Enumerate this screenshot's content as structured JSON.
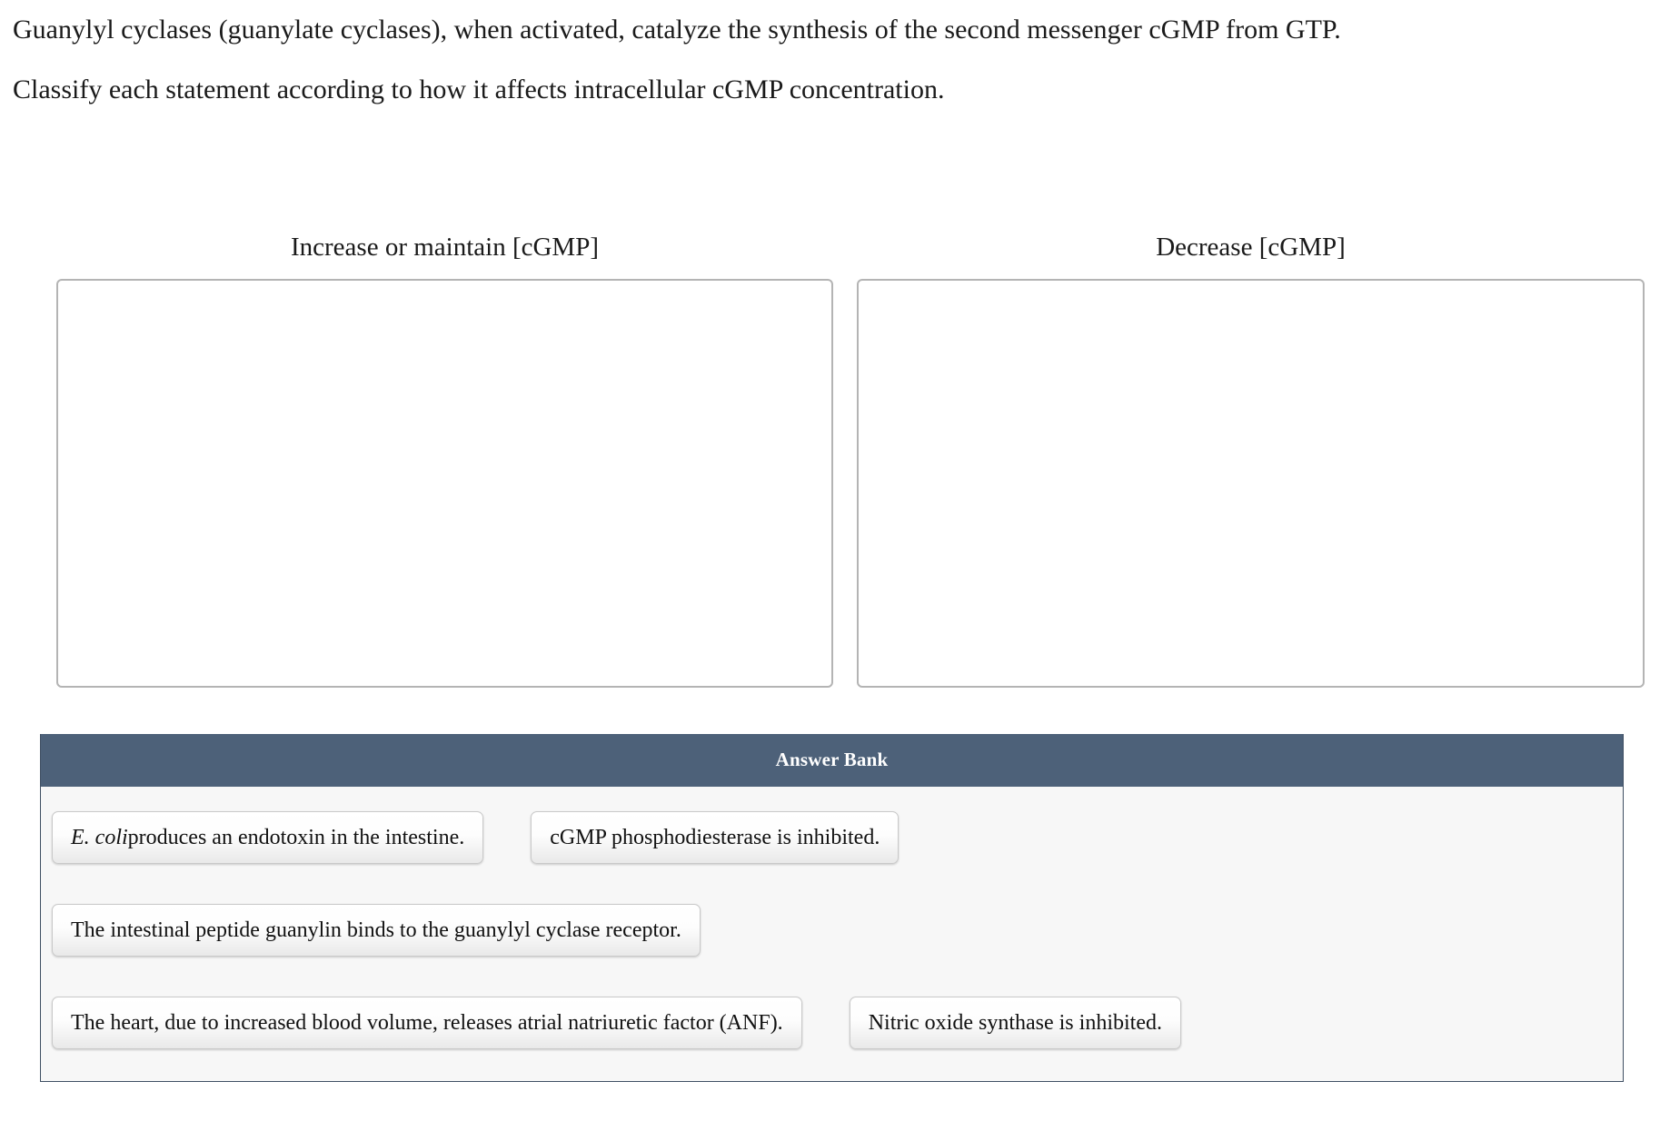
{
  "prompt": {
    "line1": "Guanylyl cyclases (guanylate cyclases), when activated, catalyze the synthesis of the second messenger cGMP from GTP.",
    "line2": "Classify each statement according to how it affects intracellular cGMP concentration."
  },
  "categories": [
    {
      "title": "Increase or maintain [cGMP]",
      "items": []
    },
    {
      "title": "Decrease [cGMP]",
      "items": []
    }
  ],
  "answer_bank": {
    "header": "Answer Bank",
    "rows": [
      [
        {
          "prefix_italic": "E. coli",
          "text": " produces an endotoxin in the intestine."
        },
        {
          "prefix_italic": "",
          "text": "cGMP phosphodiesterase is inhibited."
        }
      ],
      [
        {
          "prefix_italic": "",
          "text": "The intestinal peptide guanylin binds to the guanylyl cyclase receptor."
        }
      ],
      [
        {
          "prefix_italic": "",
          "text": "The heart, due to increased blood volume, releases atrial natriuretic factor (ANF)."
        },
        {
          "prefix_italic": "",
          "text": "Nitric oxide synthase is inhibited."
        }
      ]
    ]
  },
  "colors": {
    "bank_header_bg": "#4d6179",
    "bank_body_bg": "#f7f7f7",
    "dropzone_border": "#b4b4b4",
    "tile_border": "#c9c9c9"
  }
}
